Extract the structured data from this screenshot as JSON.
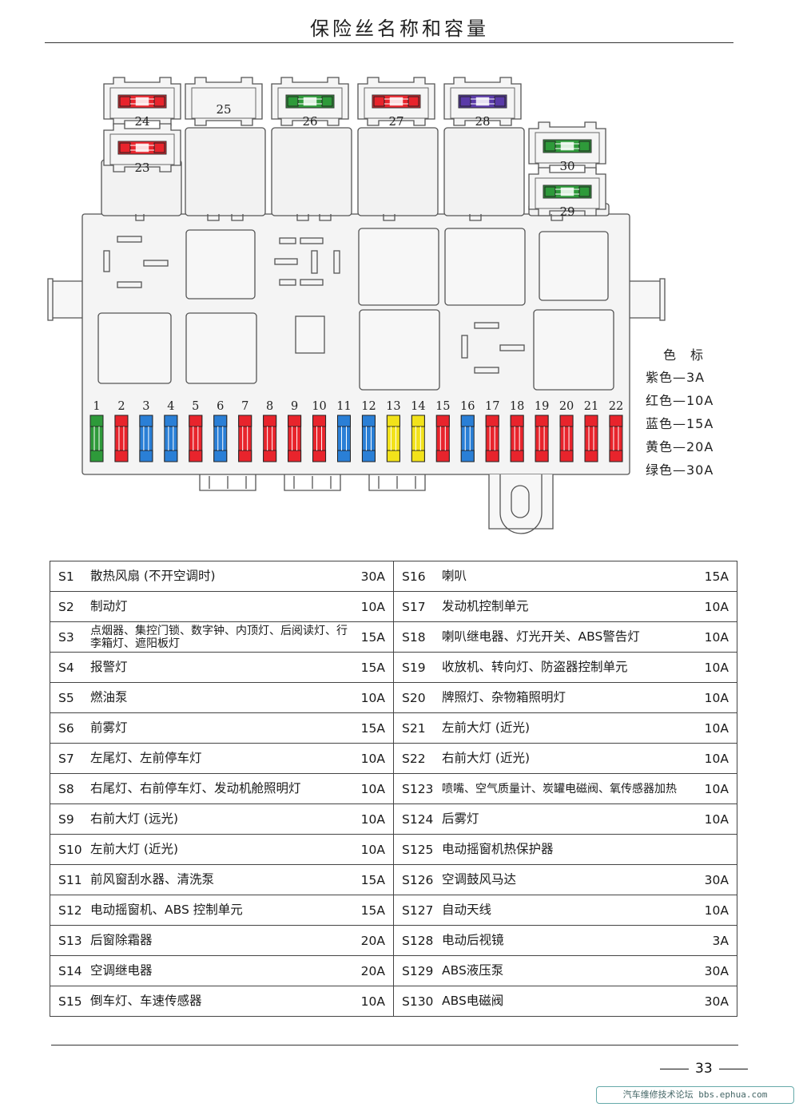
{
  "page": {
    "title": "保险丝名称和容量",
    "page_number": "33",
    "watermark": "汽车维修技术论坛 bbs.ephua.com"
  },
  "diagram": {
    "top_fuses": [
      {
        "num": "24",
        "color": "red"
      },
      {
        "num": "23",
        "color": "red"
      },
      {
        "num": "25",
        "color": "none"
      },
      {
        "num": "26",
        "color": "green"
      },
      {
        "num": "27",
        "color": "red"
      },
      {
        "num": "28",
        "color": "purple"
      },
      {
        "num": "30",
        "color": "green"
      },
      {
        "num": "29",
        "color": "green"
      }
    ],
    "row_fuses": [
      {
        "num": "1",
        "color": "green"
      },
      {
        "num": "2",
        "color": "red"
      },
      {
        "num": "3",
        "color": "blue"
      },
      {
        "num": "4",
        "color": "blue"
      },
      {
        "num": "5",
        "color": "red"
      },
      {
        "num": "6",
        "color": "blue"
      },
      {
        "num": "7",
        "color": "red"
      },
      {
        "num": "8",
        "color": "red"
      },
      {
        "num": "9",
        "color": "red"
      },
      {
        "num": "10",
        "color": "red"
      },
      {
        "num": "11",
        "color": "blue"
      },
      {
        "num": "12",
        "color": "blue"
      },
      {
        "num": "13",
        "color": "yellow"
      },
      {
        "num": "14",
        "color": "yellow"
      },
      {
        "num": "15",
        "color": "red"
      },
      {
        "num": "16",
        "color": "blue"
      },
      {
        "num": "17",
        "color": "red"
      },
      {
        "num": "18",
        "color": "red"
      },
      {
        "num": "19",
        "color": "red"
      },
      {
        "num": "20",
        "color": "red"
      },
      {
        "num": "21",
        "color": "red"
      },
      {
        "num": "22",
        "color": "red"
      }
    ],
    "colors": {
      "red": "#e8242c",
      "green": "#2e9a3a",
      "blue": "#2a7fd6",
      "yellow": "#f2e21a",
      "purple": "#5a3aa8"
    }
  },
  "legend": {
    "title": "色标",
    "rows": [
      "紫色—3A",
      "红色—10A",
      "蓝色—15A",
      "黄色—20A",
      "绿色—30A"
    ]
  },
  "table": {
    "rows": [
      {
        "l_id": "S1",
        "l_desc": "散热风扇 (不开空调时)",
        "l_amp": "30A",
        "r_id": "S16",
        "r_desc": "喇叭",
        "r_amp": "15A"
      },
      {
        "l_id": "S2",
        "l_desc": "制动灯",
        "l_amp": "10A",
        "r_id": "S17",
        "r_desc": "发动机控制单元",
        "r_amp": "10A"
      },
      {
        "l_id": "S3",
        "l_desc": "点烟器、集控门锁、数字钟、内顶灯、后阅读灯、行李箱灯、遮阳板灯",
        "l_amp": "15A",
        "r_id": "S18",
        "r_desc": "喇叭继电器、灯光开关、ABS警告灯",
        "r_amp": "10A"
      },
      {
        "l_id": "S4",
        "l_desc": "报警灯",
        "l_amp": "15A",
        "r_id": "S19",
        "r_desc": "收放机、转向灯、防盗器控制单元",
        "r_amp": "10A"
      },
      {
        "l_id": "S5",
        "l_desc": "燃油泵",
        "l_amp": "10A",
        "r_id": "S20",
        "r_desc": "牌照灯、杂物箱照明灯",
        "r_amp": "10A"
      },
      {
        "l_id": "S6",
        "l_desc": "前雾灯",
        "l_amp": "15A",
        "r_id": "S21",
        "r_desc": "左前大灯 (近光)",
        "r_amp": "10A"
      },
      {
        "l_id": "S7",
        "l_desc": "左尾灯、左前停车灯",
        "l_amp": "10A",
        "r_id": "S22",
        "r_desc": "右前大灯 (近光)",
        "r_amp": "10A"
      },
      {
        "l_id": "S8",
        "l_desc": "右尾灯、右前停车灯、发动机舱照明灯",
        "l_amp": "10A",
        "r_id": "S123",
        "r_desc": "喷嘴、空气质量计、炭罐电磁阀、氧传感器加热",
        "r_amp": "10A"
      },
      {
        "l_id": "S9",
        "l_desc": "右前大灯 (远光)",
        "l_amp": "10A",
        "r_id": "S124",
        "r_desc": "后雾灯",
        "r_amp": "10A"
      },
      {
        "l_id": "S10",
        "l_desc": "左前大灯 (近光)",
        "l_amp": "10A",
        "r_id": "S125",
        "r_desc": "电动摇窗机热保护器",
        "r_amp": ""
      },
      {
        "l_id": "S11",
        "l_desc": "前风窗刮水器、清洗泵",
        "l_amp": "15A",
        "r_id": "S126",
        "r_desc": "空调鼓风马达",
        "r_amp": "30A"
      },
      {
        "l_id": "S12",
        "l_desc": "电动摇窗机、ABS 控制单元",
        "l_amp": "15A",
        "r_id": "S127",
        "r_desc": "自动天线",
        "r_amp": "10A"
      },
      {
        "l_id": "S13",
        "l_desc": "后窗除霜器",
        "l_amp": "20A",
        "r_id": "S128",
        "r_desc": "电动后视镜",
        "r_amp": "3A"
      },
      {
        "l_id": "S14",
        "l_desc": "空调继电器",
        "l_amp": "20A",
        "r_id": "S129",
        "r_desc": "ABS液压泵",
        "r_amp": "30A"
      },
      {
        "l_id": "S15",
        "l_desc": "倒车灯、车速传感器",
        "l_amp": "10A",
        "r_id": "S130",
        "r_desc": "ABS电磁阀",
        "r_amp": "30A"
      }
    ]
  }
}
